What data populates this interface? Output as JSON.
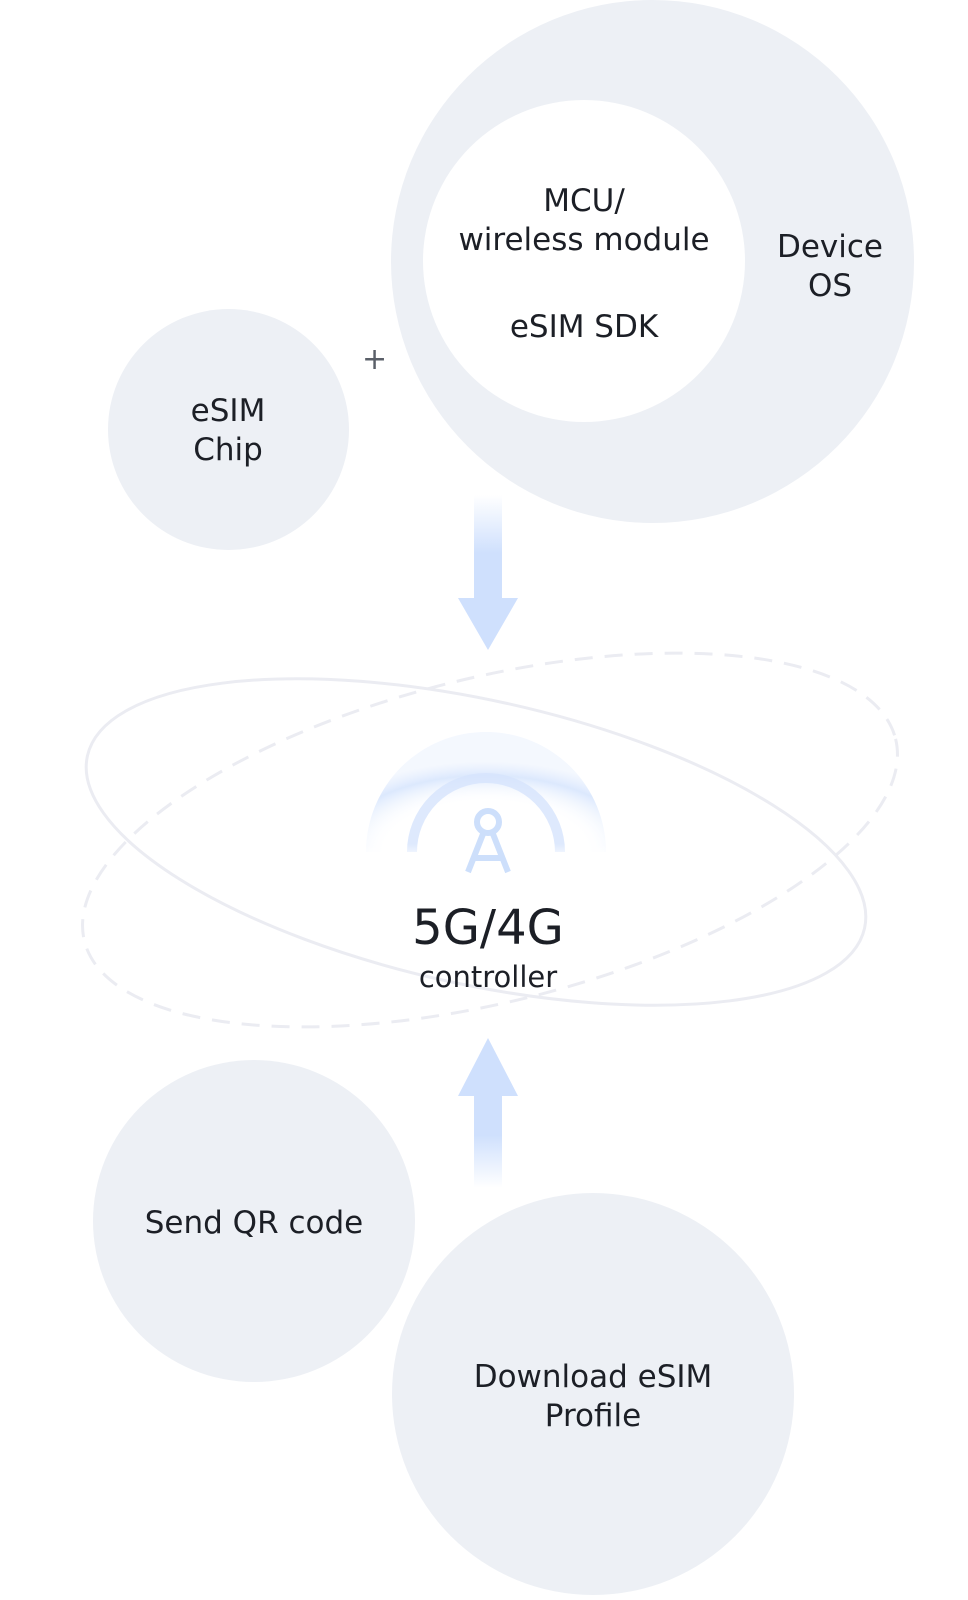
{
  "device": {
    "mcu_label": "MCU/\nwireless module",
    "sdk_label": "eSIM SDK",
    "os_label": "Device\nOS"
  },
  "chip": {
    "label": "eSIM\nChip",
    "plus": "+"
  },
  "controller": {
    "title": "5G/4G",
    "subtitle": "controller",
    "icon": "antenna-tower-icon"
  },
  "steps": {
    "qr_label": "Send QR code",
    "profile_label": "Download eSIM\nProfile"
  },
  "colors": {
    "circle_fill": "#edf0f5",
    "arrow": "#cfe0fd",
    "orbit": "#ebecf2",
    "signal": "#cdddfb"
  }
}
